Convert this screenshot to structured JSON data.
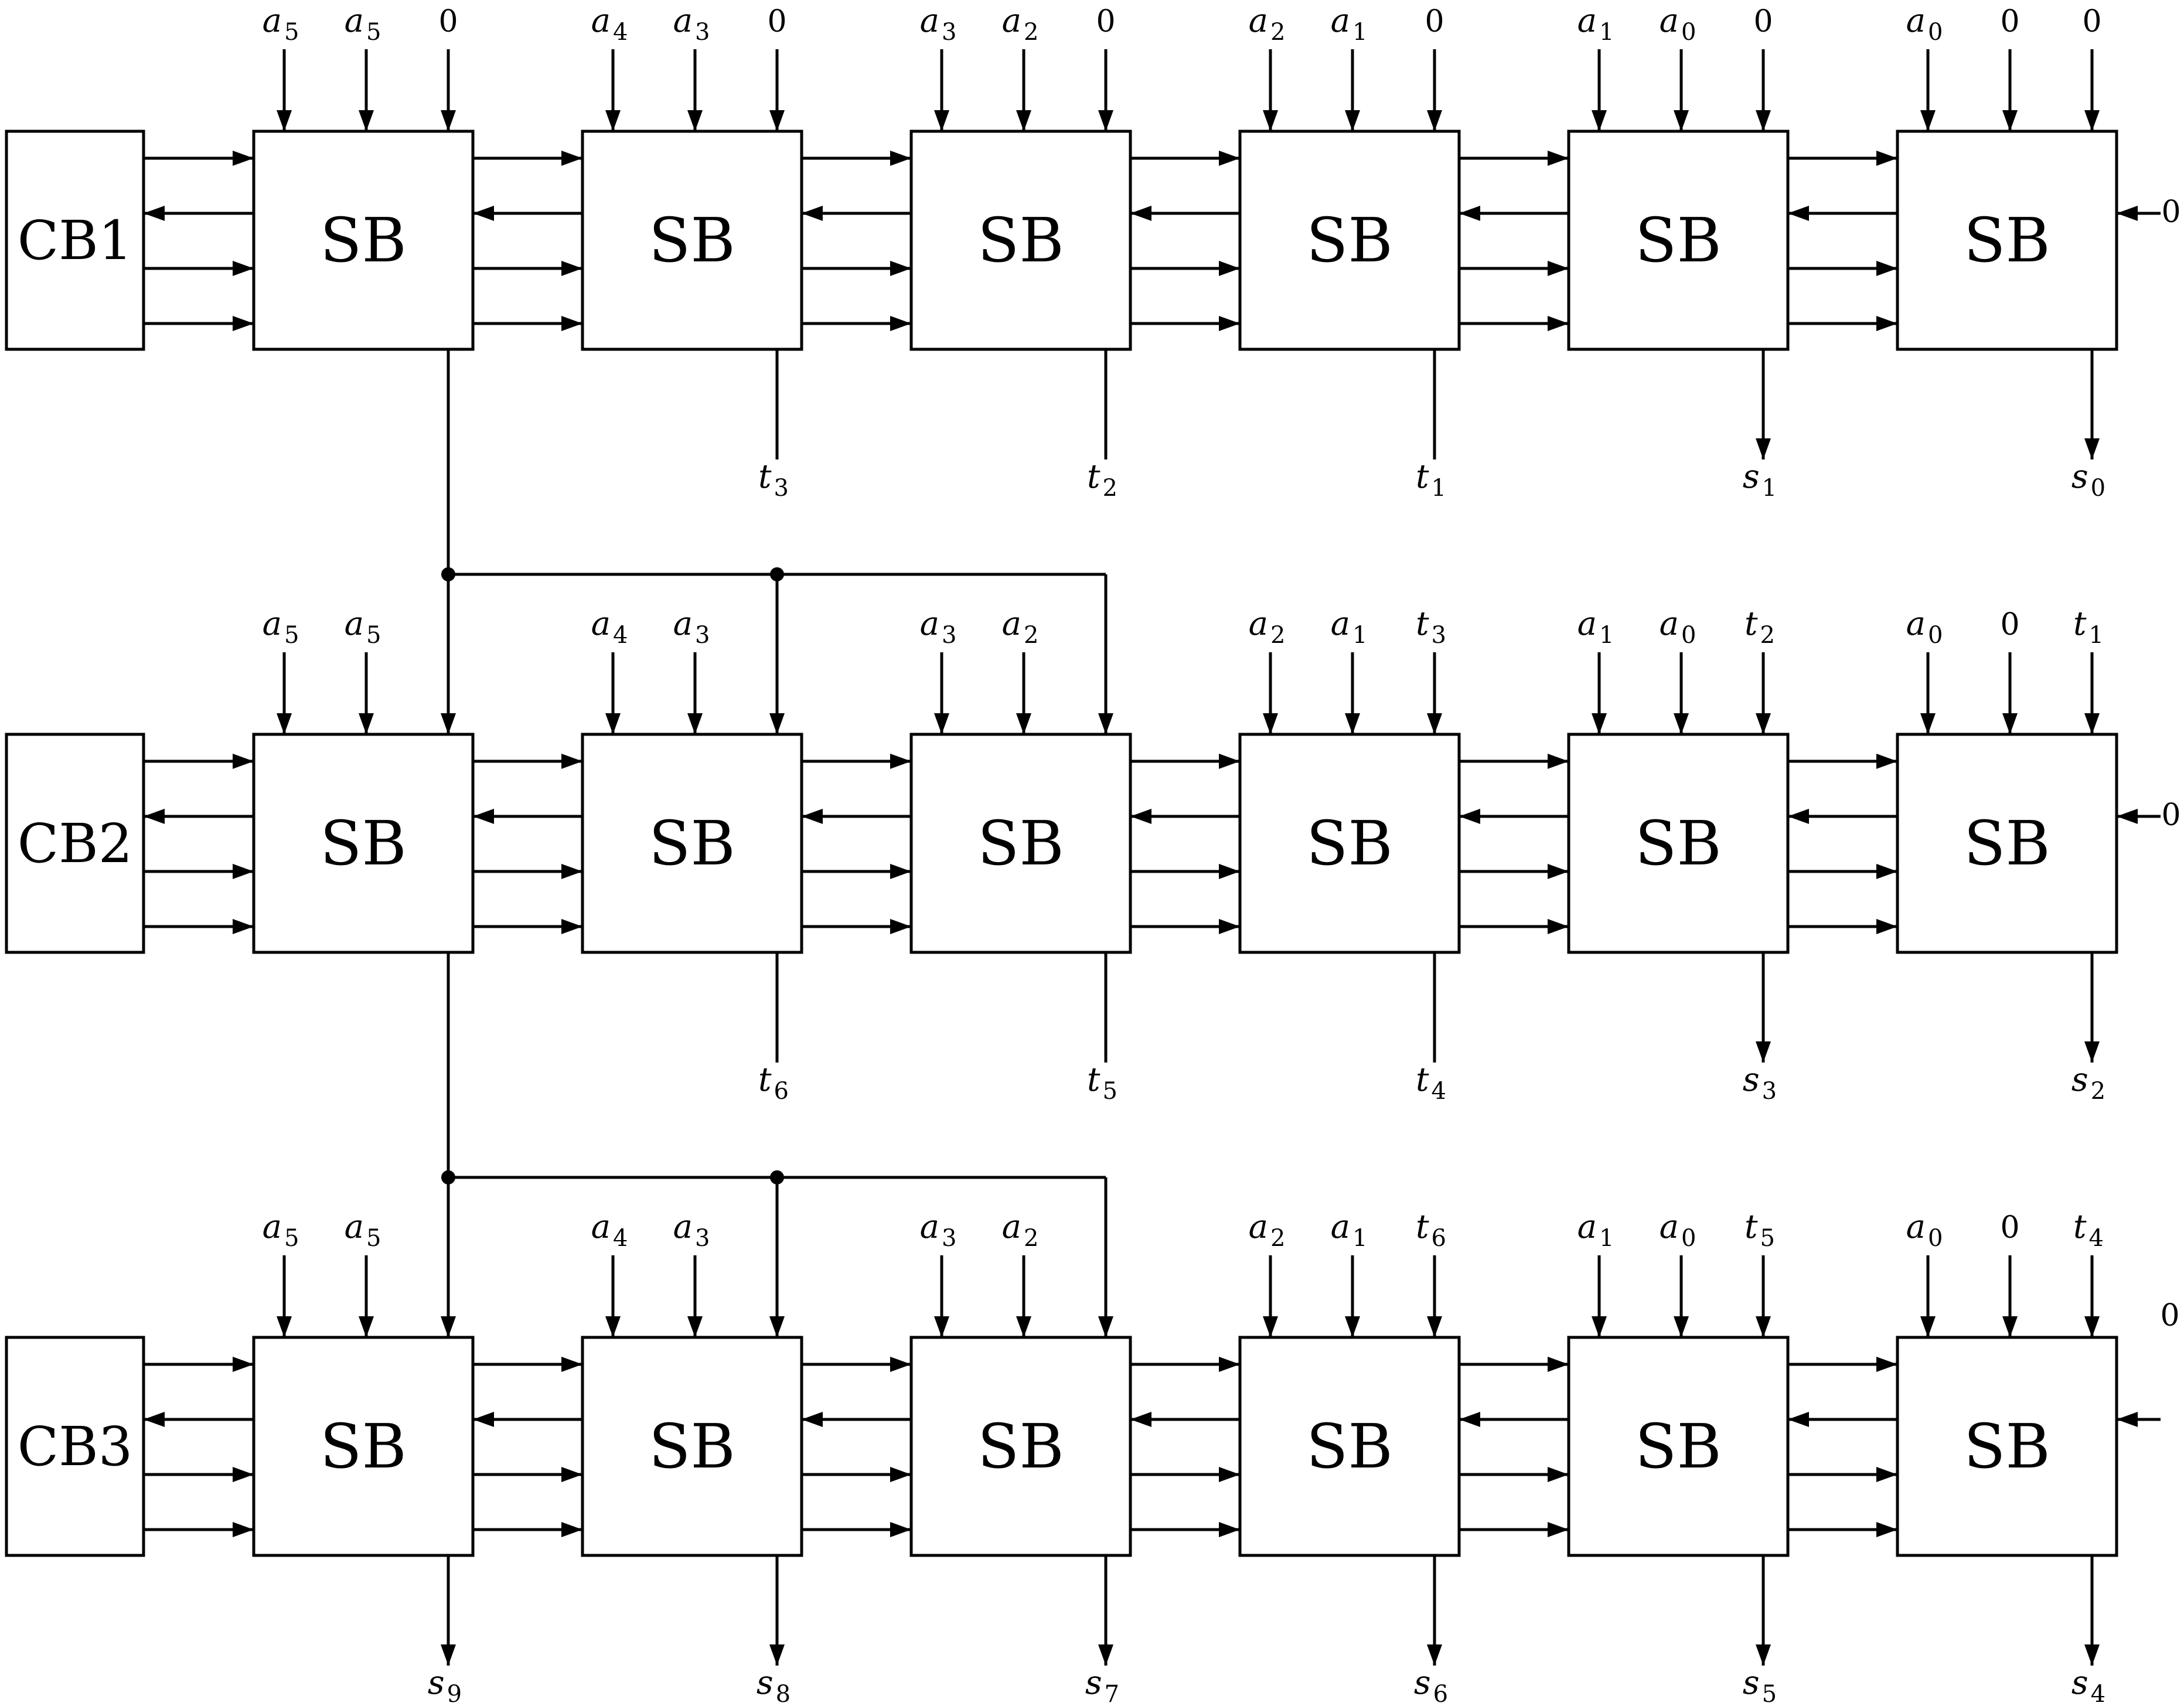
{
  "rows": [
    {
      "cb_label": "CB1",
      "sb_label": "SB",
      "top_inputs": [
        [
          "a5",
          "a5",
          "0"
        ],
        [
          "a4",
          "a3",
          "0"
        ],
        [
          "a3",
          "a2",
          "0"
        ],
        [
          "a2",
          "a1",
          "0"
        ],
        [
          "a1",
          "a0",
          "0"
        ],
        [
          "a0",
          "0",
          "0"
        ]
      ],
      "right_input": "0",
      "bottom_outputs": [
        "",
        "t3",
        "t2",
        "t1",
        "s1",
        "s0"
      ],
      "bottom_arrows": [
        false,
        false,
        false,
        false,
        true,
        true
      ]
    },
    {
      "cb_label": "CB2",
      "sb_label": "SB",
      "top_inputs": [
        [
          "a5",
          "a5",
          ""
        ],
        [
          "a4",
          "a3",
          ""
        ],
        [
          "a3",
          "a2",
          ""
        ],
        [
          "a2",
          "a1",
          "t3"
        ],
        [
          "a1",
          "a0",
          "t2"
        ],
        [
          "a0",
          "0",
          "t1"
        ]
      ],
      "right_input": "0",
      "bottom_outputs": [
        "",
        "t6",
        "t5",
        "t4",
        "s3",
        "s2"
      ],
      "bottom_arrows": [
        false,
        false,
        false,
        false,
        true,
        true
      ]
    },
    {
      "cb_label": "CB3",
      "sb_label": "SB",
      "top_inputs": [
        [
          "a5",
          "a5",
          ""
        ],
        [
          "a4",
          "a3",
          ""
        ],
        [
          "a3",
          "a2",
          ""
        ],
        [
          "a2",
          "a1",
          "t6"
        ],
        [
          "a1",
          "a0",
          "t5"
        ],
        [
          "a0",
          "0",
          "t4"
        ]
      ],
      "right_input": "0",
      "bottom_outputs": [
        "s9",
        "s8",
        "s7",
        "s6",
        "s5",
        "s4"
      ],
      "bottom_arrows": [
        true,
        true,
        true,
        true,
        true,
        true
      ]
    }
  ]
}
